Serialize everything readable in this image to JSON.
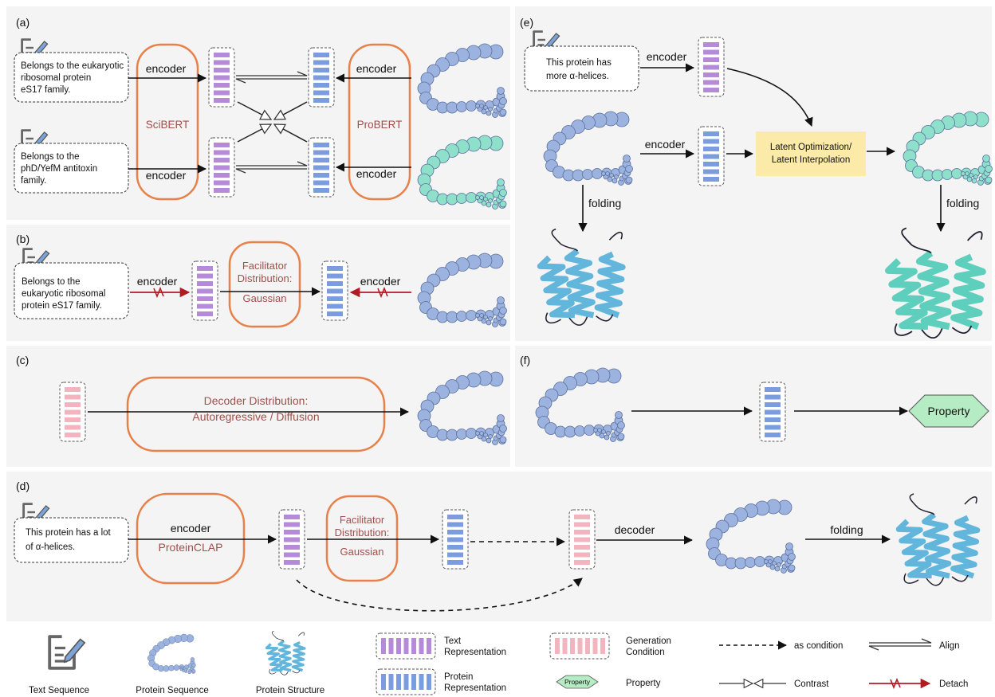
{
  "panels": {
    "a": {
      "label": "(a)",
      "text1_lines": [
        "Belongs to the eukaryotic",
        "ribosomal protein",
        "eS17 family."
      ],
      "text2_lines": [
        "Belongs to the",
        "phD/YefM antitoxin",
        "family."
      ],
      "encoder_label": "encoder",
      "text_model": "SciBERT",
      "protein_model": "ProBERT"
    },
    "b": {
      "label": "(b)",
      "text_lines": [
        "Belongs to the",
        "eukaryotic ribosomal",
        "protein eS17 family."
      ],
      "encoder_label": "encoder",
      "facilitator_lines": [
        "Facilitator",
        "Distribution:",
        "Gaussian"
      ]
    },
    "c": {
      "label": "(c)",
      "decoder_lines": [
        "Decoder Distribution:",
        "Autoregressive / Diffusion"
      ]
    },
    "d": {
      "label": "(d)",
      "text_lines": [
        "This protein has a lot",
        "of α-helices."
      ],
      "encoder_label": "encoder",
      "model_label": "ProteinCLAP",
      "facilitator_lines": [
        "Facilitator",
        "Distribution:",
        "Gaussian"
      ],
      "decoder_label": "decoder",
      "folding_label": "folding"
    },
    "e": {
      "label": "(e)",
      "text_lines": [
        "This protein has",
        "more α-helices."
      ],
      "encoder_label": "encoder",
      "optimization_lines": [
        "Latent Optimization/",
        "Latent Interpolation"
      ],
      "folding_label": "folding"
    },
    "f": {
      "label": "(f)",
      "property_label": "Property"
    }
  },
  "legend": {
    "text_sequence": "Text Sequence",
    "protein_sequence": "Protein Sequence",
    "protein_structure": "Protein Structure",
    "text_representation_lines": [
      "Text",
      "Representation"
    ],
    "protein_representation_lines": [
      "Protein",
      "Representation"
    ],
    "generation_condition_lines": [
      "Generation",
      "Condition"
    ],
    "property_badge": "Property",
    "property": "Property",
    "as_condition": "as condition",
    "align": "Align",
    "contrast": "Contrast",
    "detach": "Detach"
  },
  "colors": {
    "text_rep": "#b58ad8",
    "protein_rep": "#7b9de0",
    "condition": "#f2b5bf",
    "model_outline": "#e8804a",
    "model_text": "#a0504a",
    "sequence_blue": "#9cb3df",
    "sequence_teal": "#8fe0cb",
    "helix_blue": "#62b6dc",
    "helix_teal": "#5fcfbd",
    "property_fill": "#b6ecc4",
    "optimization_fill": "#fbeaa8",
    "detach_red": "#b01c22",
    "panel_bg": "#f4f4f4"
  }
}
